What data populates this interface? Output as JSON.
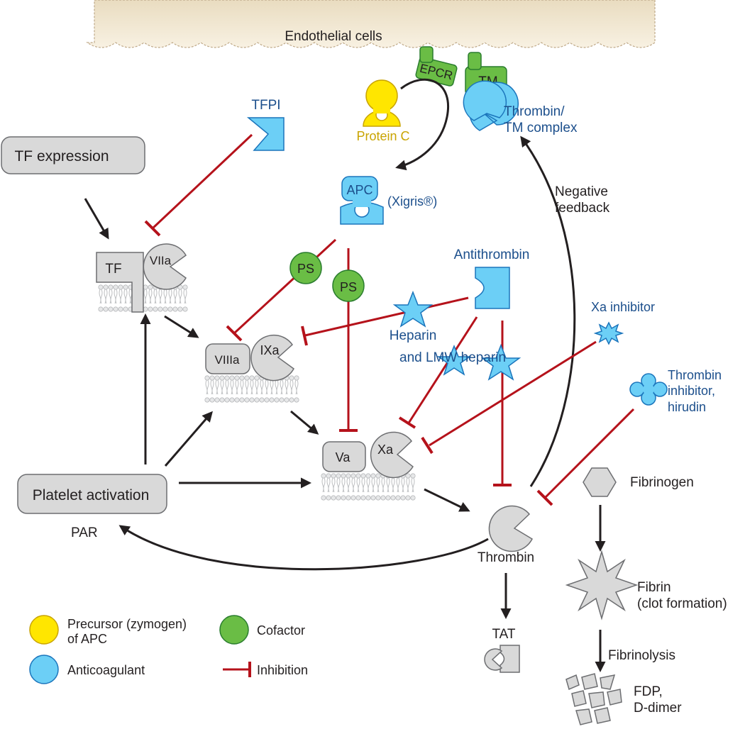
{
  "nodes": {
    "endothelial": "Endothelial cells",
    "epcr": "EPCR",
    "tm": "TM",
    "protein_c": "Protein C",
    "thrombin_tm": [
      "Thrombin/",
      "TM complex"
    ],
    "tfpi": "TFPI",
    "tf_expression": "TF expression",
    "apc": "APC",
    "xigris": "(Xigris®)",
    "negative_feedback": [
      "Negative",
      "feedback"
    ],
    "tf": "TF",
    "viia": "VIIa",
    "ps_left": "PS",
    "ps_right": "PS",
    "antithrombin": "Antithrombin",
    "xa_inhibitor": "Xa inhibitor",
    "heparin": [
      "Heparin",
      "and LMW heparin"
    ],
    "viiia": "VIIIa",
    "ixa": "IXa",
    "thrombin_inhibitor": [
      "Thrombin",
      "inhibitor,",
      "hirudin"
    ],
    "va": "Va",
    "xa": "Xa",
    "platelet_activation": "Platelet activation",
    "fibrinogen": "Fibrinogen",
    "par": "PAR",
    "thrombin": "Thrombin",
    "fibrin": [
      "Fibrin",
      "(clot formation)"
    ],
    "tat": "TAT",
    "fibrinolysis": "Fibrinolysis",
    "fdp": [
      "FDP,",
      "D-dimer"
    ]
  },
  "legend": {
    "precursor": [
      "Precursor (zymogen)",
      "of APC"
    ],
    "cofactor": "Cofactor",
    "anticoagulant": "Anticoagulant",
    "inhibition": "Inhibition"
  },
  "colors": {
    "precursor": "#ffe600",
    "cofactor": "#6abd45",
    "anticoagulant": "#6ccff6",
    "inhibition": "#b5121b",
    "factor": "#d9d9d9"
  }
}
